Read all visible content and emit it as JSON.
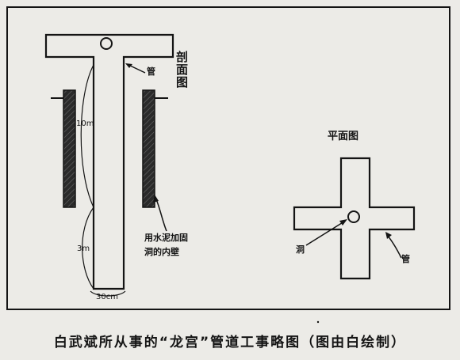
{
  "diagram": {
    "section_title": "剖面图",
    "label_pipe": "管",
    "label_depth": "10m",
    "label_depth_lower": "3m",
    "label_width": "30cm",
    "label_cement_line1": "用水泥加固",
    "label_cement_line2": "洞的内壁",
    "plan_title": "平面图",
    "label_hole": "洞",
    "label_pipe_plan": "管"
  },
  "caption": "白武斌所从事的“龙宫”管道工事略图（图由白绘制）"
}
